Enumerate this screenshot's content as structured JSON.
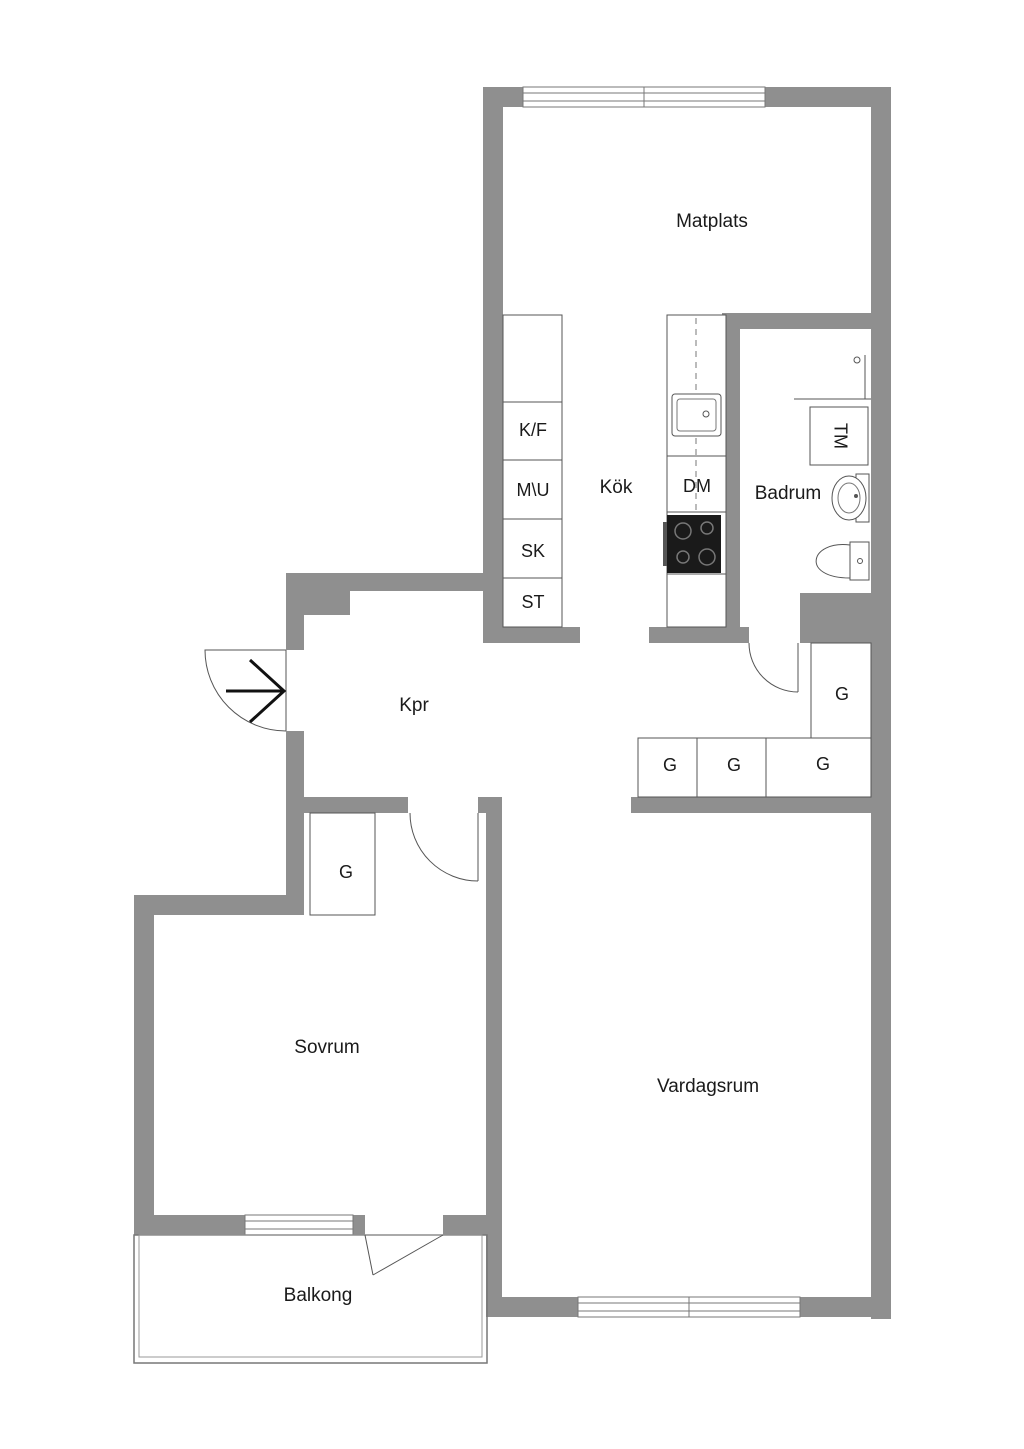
{
  "rooms": {
    "matplats": "Matplats",
    "kok": "Kök",
    "badrum": "Badrum",
    "kpr": "Kpr",
    "sovrum": "Sovrum",
    "vardagsrum": "Vardagsrum",
    "balkong": "Balkong"
  },
  "fixtures": {
    "kf": "K/F",
    "mu": "M\\U",
    "sk": "SK",
    "st": "ST",
    "dm": "DM",
    "tm": "TM",
    "g": "G"
  },
  "colors": {
    "wall": "#8f8f8f",
    "background": "#ffffff",
    "stove": "#1a1a1a"
  }
}
